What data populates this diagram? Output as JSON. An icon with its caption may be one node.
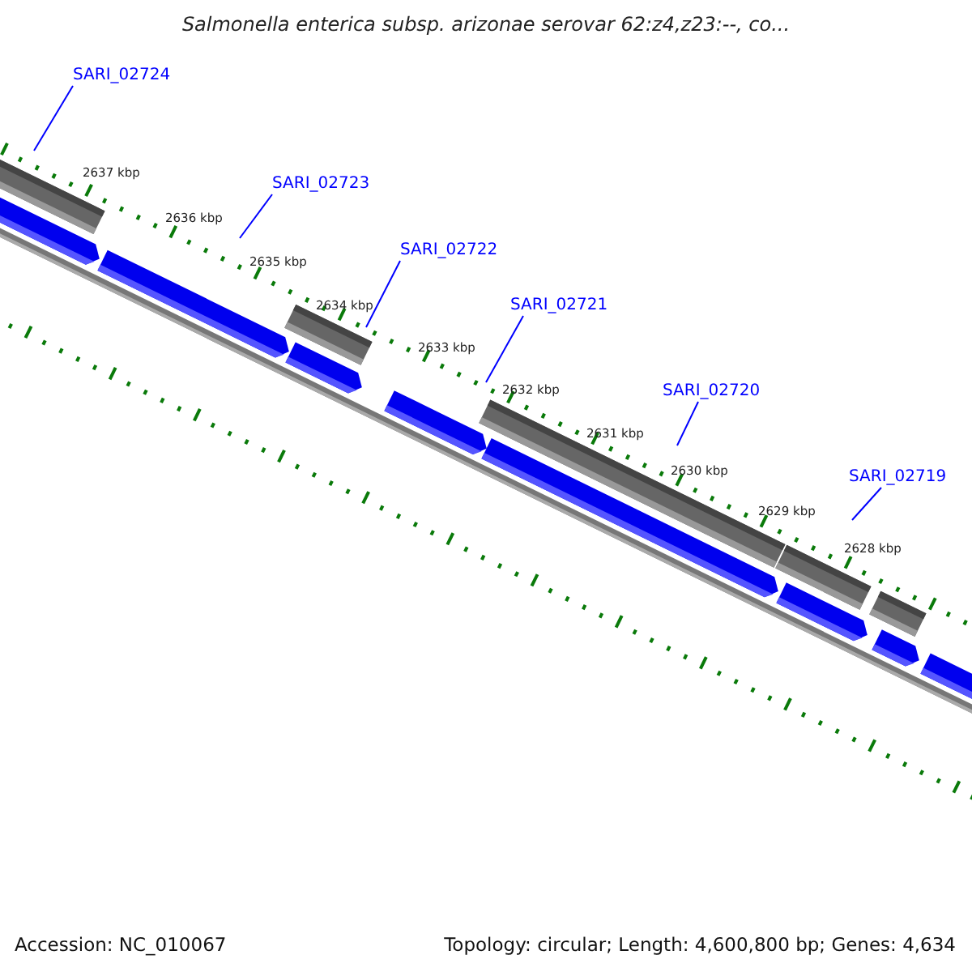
{
  "diagram": {
    "title": "Salmonella enterica subsp. arizonae serovar 62:z4,z23:--, co...",
    "nodes": [
      {
        "text": [
          "SARI_02724"
        ]
      },
      {
        "text": [
          "SARI_02723"
        ]
      },
      {
        "text": [
          "SARI_02722"
        ]
      },
      {
        "text": [
          "SARI_02721"
        ]
      },
      {
        "text": [
          "SARI_02720"
        ]
      },
      {
        "text": [
          "SARI_02719"
        ]
      }
    ],
    "edges": [
      {
        "from": 0,
        "to": null,
        "arrow": "none"
      },
      {
        "from": 1,
        "to": null,
        "arrow": "none"
      },
      {
        "from": 2,
        "to": null,
        "arrow": "none"
      },
      {
        "from": 3,
        "to": null,
        "arrow": "none"
      },
      {
        "from": 4,
        "to": null,
        "arrow": "none"
      },
      {
        "from": 5,
        "to": null,
        "arrow": "none"
      }
    ],
    "labels": [
      "2637 kbp",
      "2636 kbp",
      "2635 kbp",
      "2634 kbp",
      "2633 kbp",
      "2632 kbp",
      "2631 kbp",
      "2630 kbp",
      "2629 kbp",
      "2628 kbp",
      "Accession: NC_010067",
      "Topology: circular; Length: 4,600,800 bp; Genes: 4,634"
    ]
  }
}
